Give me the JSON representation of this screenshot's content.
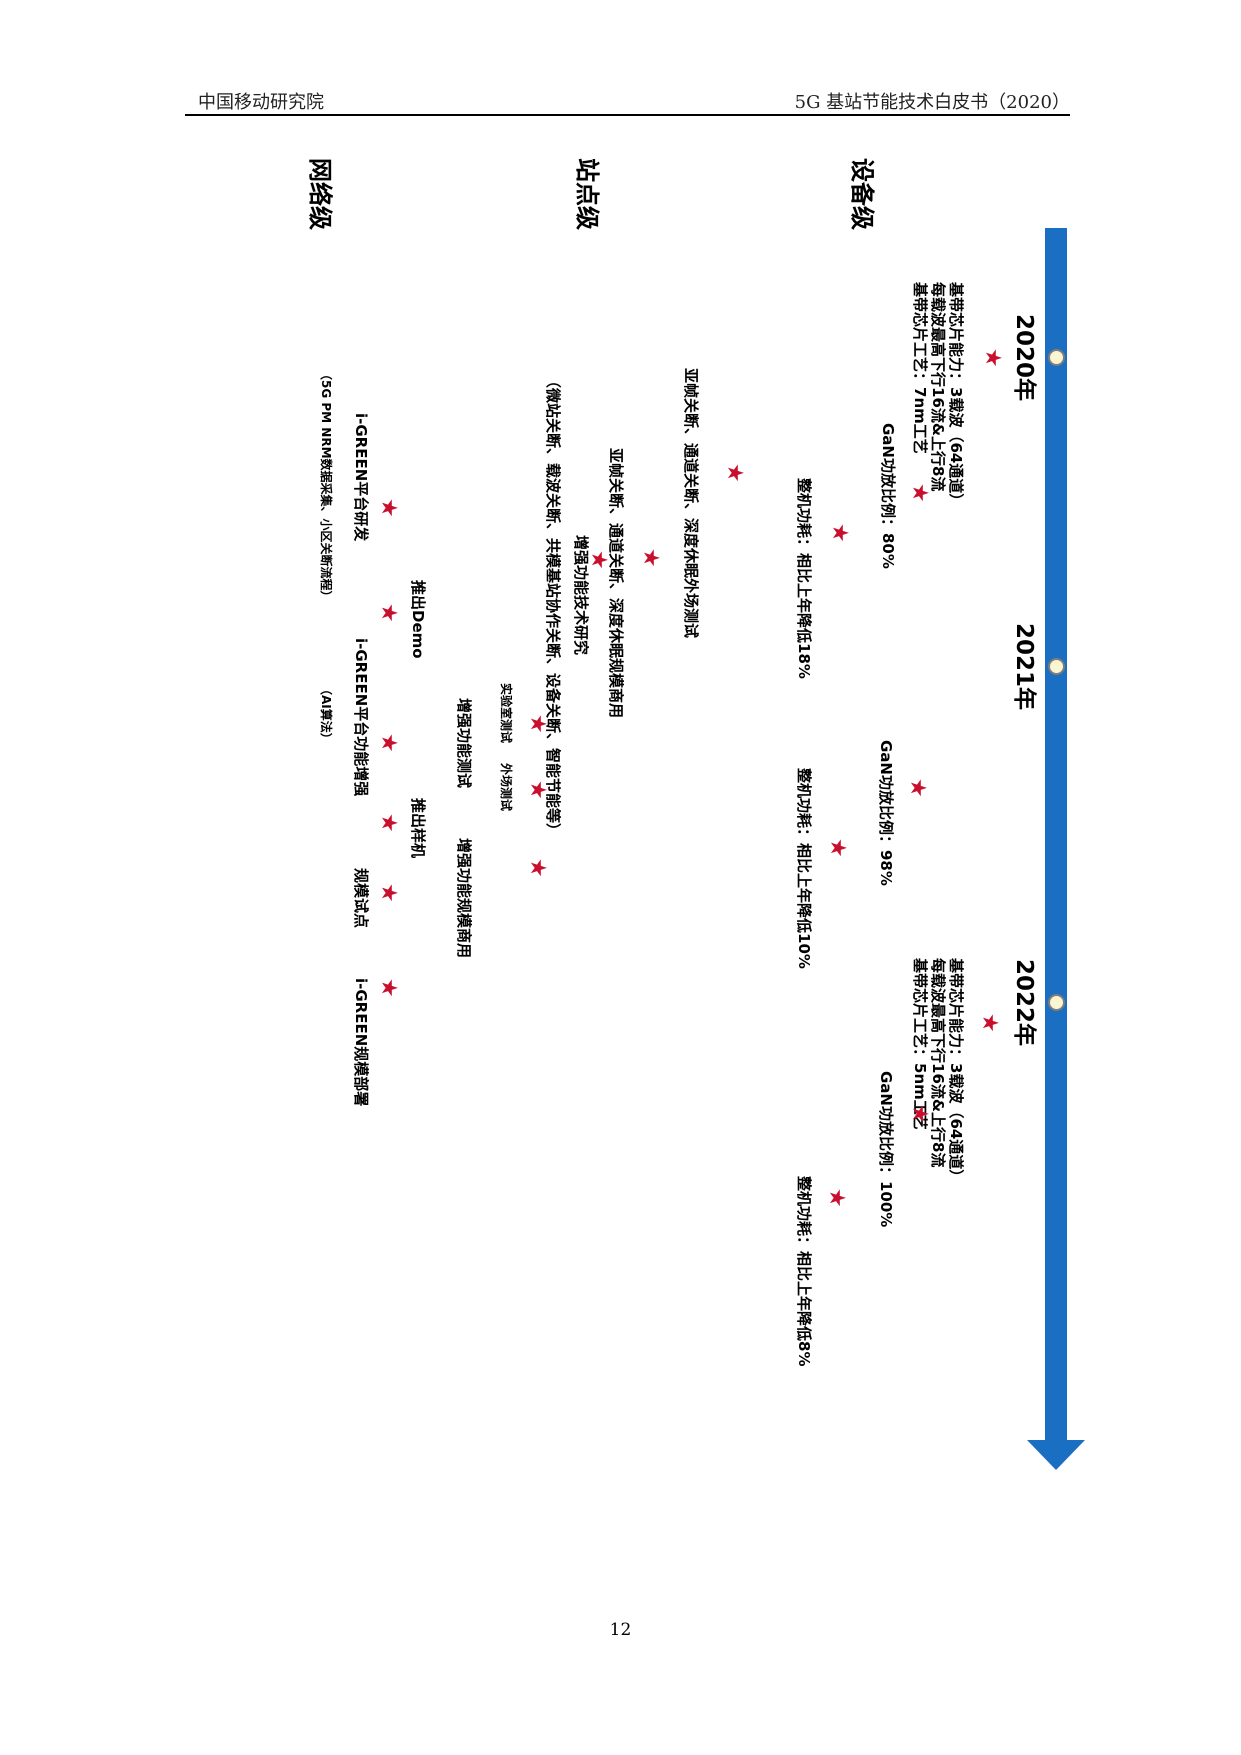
{
  "header": {
    "left": "中国移动研究院",
    "right": "5G 基站节能技术白皮书（2020）"
  },
  "page_number": "12",
  "figure": {
    "years": [
      "2020年",
      "2021年",
      "2022年"
    ],
    "categories": {
      "device": "设备级",
      "site": "站点级",
      "network": "网络级"
    },
    "device_2020": {
      "chip_line1": "基带芯片能力：3载波（64通道）",
      "chip_line2": "每载波最高下行16流&上行8流",
      "chip_line3": "基带芯片工艺：7nm工艺",
      "gan": "GaN功放比例：80%",
      "power": "整机功耗：相比上年降低18%"
    },
    "device_2021": {
      "gan": "GaN功放比例：98%",
      "power": "整机功耗：相比上年降低10%"
    },
    "device_2022": {
      "chip_line1": "基带芯片能力：3载波（64通道）",
      "chip_line2": "每载波最高下行16流&上行8流",
      "chip_line3": "基带芯片工艺：5nm工艺",
      "gan": "GaN功放比例：100%",
      "power": "整机功耗：相比上年降低8%"
    },
    "site": {
      "field_test": "亚帧关断、通道关断、深度休眠外场测试",
      "commercial": "亚帧关断、通道关断、深度休眠规模商用",
      "research": "增强功能技术研究",
      "research_detail": "（微站关断、载波关断、共模基站协作关断、设备关断、智能节能等）",
      "lab_test": "实验室测试",
      "outdoor_test": "外场测试",
      "enhanced_test": "增强功能测试",
      "enhanced_commercial": "增强功能规模商用"
    },
    "network": {
      "platform_dev": "i-GREEN平台研发",
      "platform_dev_note": "（5G PM NRM数据采集、小区关断流程）",
      "demo": "推出Demo",
      "platform_enh": "i-GREEN平台功能增强",
      "platform_enh_note": "（AI算法）",
      "prototype": "推出样机",
      "pilot": "规模试点",
      "deploy": "i-GREEN规模部署"
    },
    "star_glyph": "★",
    "colors": {
      "axis": "#1b6fc2",
      "star": "#c8102e",
      "tick": "#fbf5d2"
    }
  }
}
